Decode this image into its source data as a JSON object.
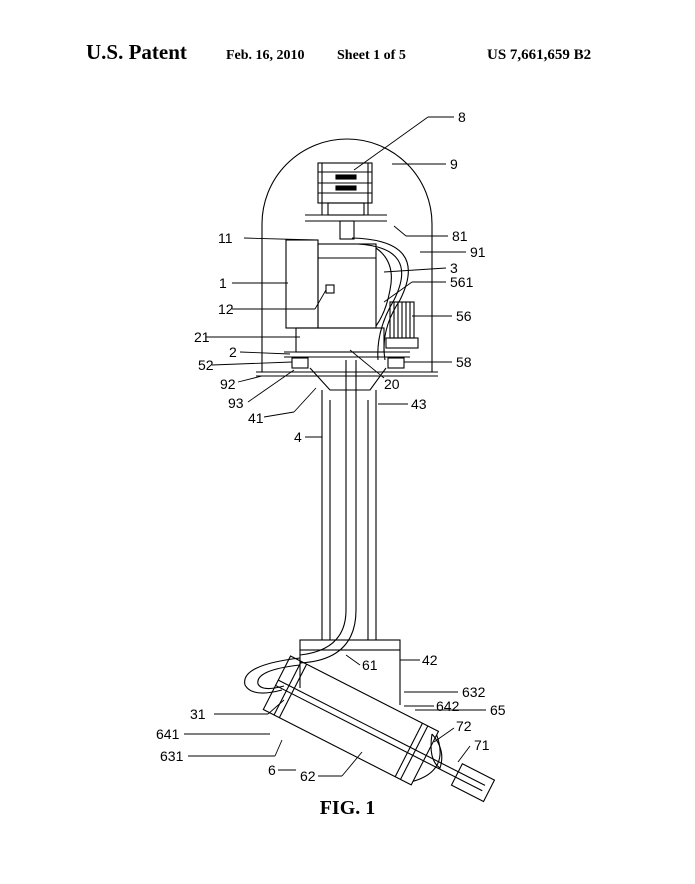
{
  "header": {
    "label": "U.S. Patent",
    "date": "Feb. 16, 2010",
    "sheet": "Sheet 1 of 5",
    "number": "US 7,661,659 B2"
  },
  "figure": {
    "caption": "FIG. 1",
    "reference_numerals": [
      "8",
      "9",
      "81",
      "91",
      "11",
      "3",
      "561",
      "1",
      "12",
      "56",
      "21",
      "2",
      "52",
      "58",
      "20",
      "92",
      "93",
      "41",
      "43",
      "4",
      "42",
      "61",
      "632",
      "31",
      "642",
      "65",
      "641",
      "72",
      "631",
      "71",
      "6",
      "62"
    ]
  }
}
